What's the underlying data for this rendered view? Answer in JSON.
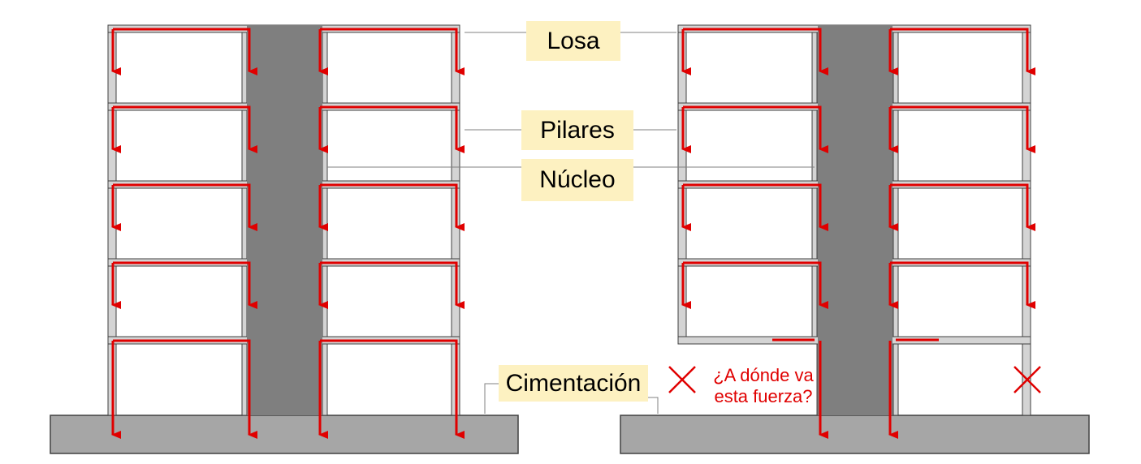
{
  "labels": {
    "slab": "Losa",
    "pillars": "Pilares",
    "core": "Núcleo",
    "foundation": "Cimentación"
  },
  "question": {
    "line1": "¿A dónde va",
    "line2": "esta fuerza?"
  },
  "colors": {
    "frame": "#d4d4d4",
    "core": "#7f7f7f",
    "foundation": "#a6a6a6",
    "arrow": "#e00000",
    "label_bg": "#fdf1c1"
  },
  "icons": [
    "arrow-down-icon",
    "cross-icon"
  ]
}
